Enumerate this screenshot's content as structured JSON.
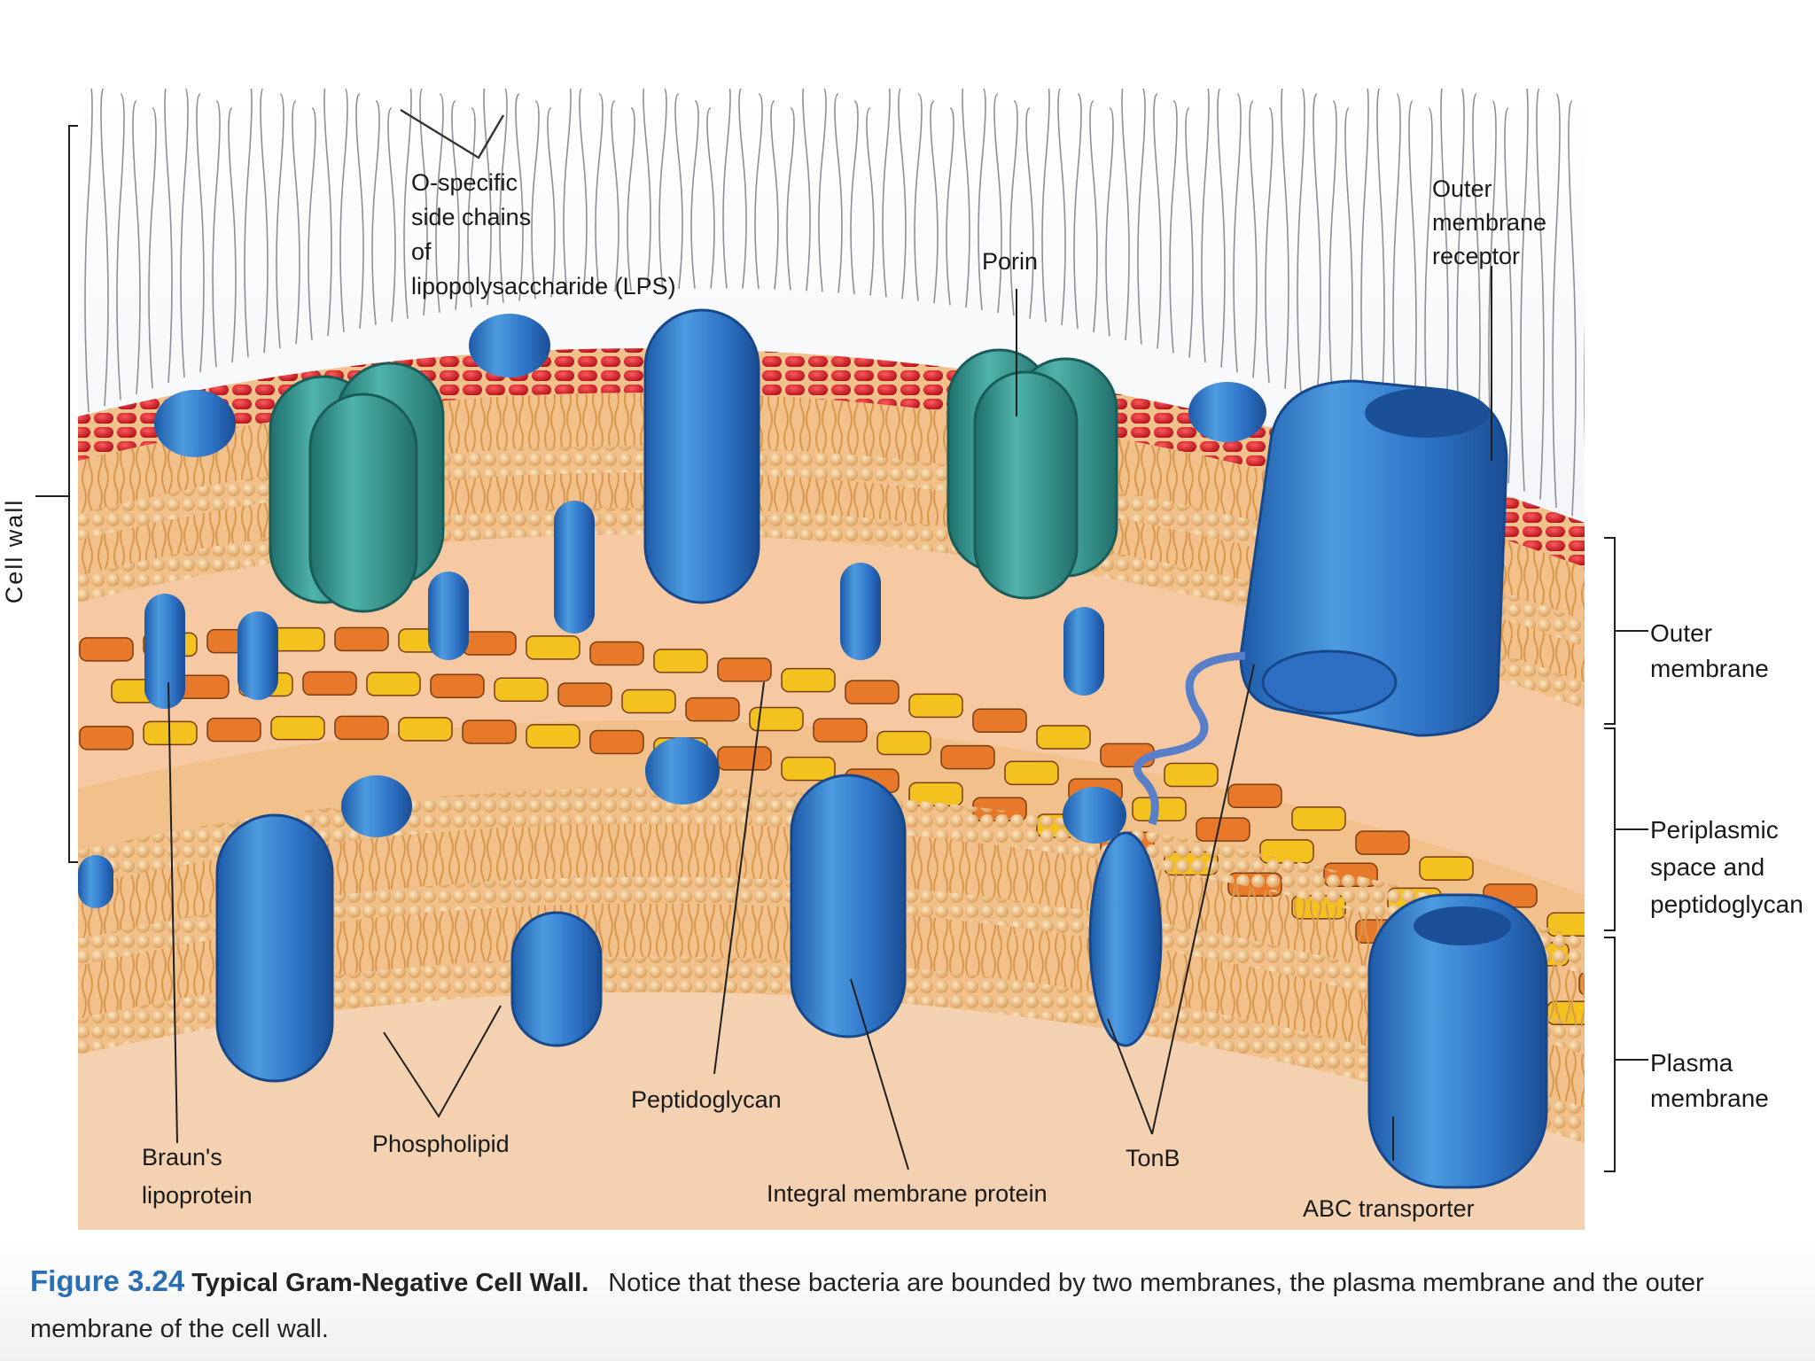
{
  "labels": {
    "cell_wall": "Cell wall",
    "o_specific": [
      "O-specific",
      "side chains",
      "of",
      "lipopolysaccharide (LPS)"
    ],
    "porin": "Porin",
    "outer_receptor": [
      "Outer",
      "membrane",
      "receptor"
    ],
    "outer_membrane": [
      "Outer",
      "membrane"
    ],
    "periplasmic": [
      "Periplasmic",
      "space and",
      "peptidoglycan"
    ],
    "plasma_membrane": [
      "Plasma",
      "membrane"
    ],
    "brauns": [
      "Braun's",
      "lipoprotein"
    ],
    "phospholipid": "Phospholipid",
    "peptidoglycan": "Peptidoglycan",
    "integral": "Integral membrane protein",
    "tonb": "TonB",
    "abc": "ABC transporter"
  },
  "caption": {
    "figure_number": "Figure 3.24",
    "title": "Typical Gram-Negative Cell Wall.",
    "text": "Notice that these bacteria are bounded by two membranes, the plasma membrane and the outer membrane of the cell wall."
  },
  "colors": {
    "lps_red": "#d8202c",
    "protein_blue": "#2b6fc0",
    "porin_teal": "#2f8f8a",
    "peptidoglycan_orange": "#e8792a",
    "peptidoglycan_yellow": "#f4c21f",
    "lipid_head": "#f3c489",
    "periplasm": "#f5c9a0",
    "caption_blue": "#2a6fb5"
  }
}
